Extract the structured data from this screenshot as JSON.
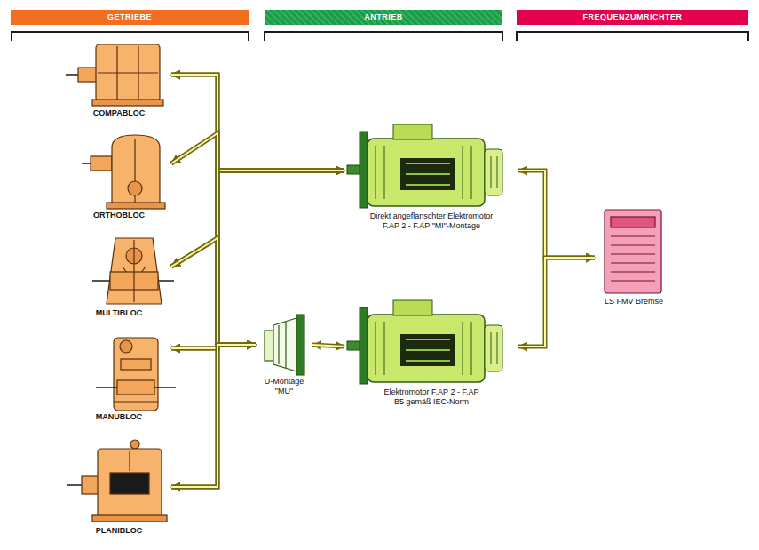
{
  "diagram": {
    "nodes": [
      {
        "text": [
          "GETRIEBE"
        ]
      },
      {
        "text": [
          "ANTRIEB"
        ]
      },
      {
        "text": [
          "FREQUENZUMRICHTER"
        ]
      },
      {
        "text": [
          "COMPABLOC"
        ]
      },
      {
        "text": [
          "ORTHOBLOC"
        ]
      },
      {
        "text": [
          "MULTIBLOC"
        ]
      },
      {
        "text": [
          "MANUBLOC"
        ]
      },
      {
        "text": [
          "PLANIBLOC"
        ]
      },
      {
        "text": [
          "Direkt angeflanschter Elektromotor F.AP 2 - F.AP \"MI\"-Montage"
        ]
      },
      {
        "text": [
          "U-Montage \"MU\""
        ]
      },
      {
        "text": [
          "Elektromotor F.AP 2 - F.AP B5 gemäß IEC-Norm"
        ]
      },
      {
        "text": [
          "LS FMV Bremse"
        ]
      }
    ],
    "edges": [
      {
        "from": 8,
        "to": 3,
        "arrow": "both"
      },
      {
        "from": 8,
        "to": 4,
        "arrow": "both"
      },
      {
        "from": 8,
        "to": 5,
        "arrow": "both"
      },
      {
        "from": 8,
        "to": 6,
        "arrow": "both"
      },
      {
        "from": 8,
        "to": 7,
        "arrow": "both"
      },
      {
        "from": 9,
        "to": 3,
        "arrow": "both"
      },
      {
        "from": 9,
        "to": 4,
        "arrow": "both"
      },
      {
        "from": 9,
        "to": 5,
        "arrow": "both"
      },
      {
        "from": 9,
        "to": 6,
        "arrow": "both"
      },
      {
        "from": 9,
        "to": 7,
        "arrow": "both"
      },
      {
        "from": 9,
        "to": 10,
        "arrow": "both"
      },
      {
        "from": 11,
        "to": 8,
        "arrow": "both"
      },
      {
        "from": 11,
        "to": 10,
        "arrow": "both"
      }
    ]
  }
}
